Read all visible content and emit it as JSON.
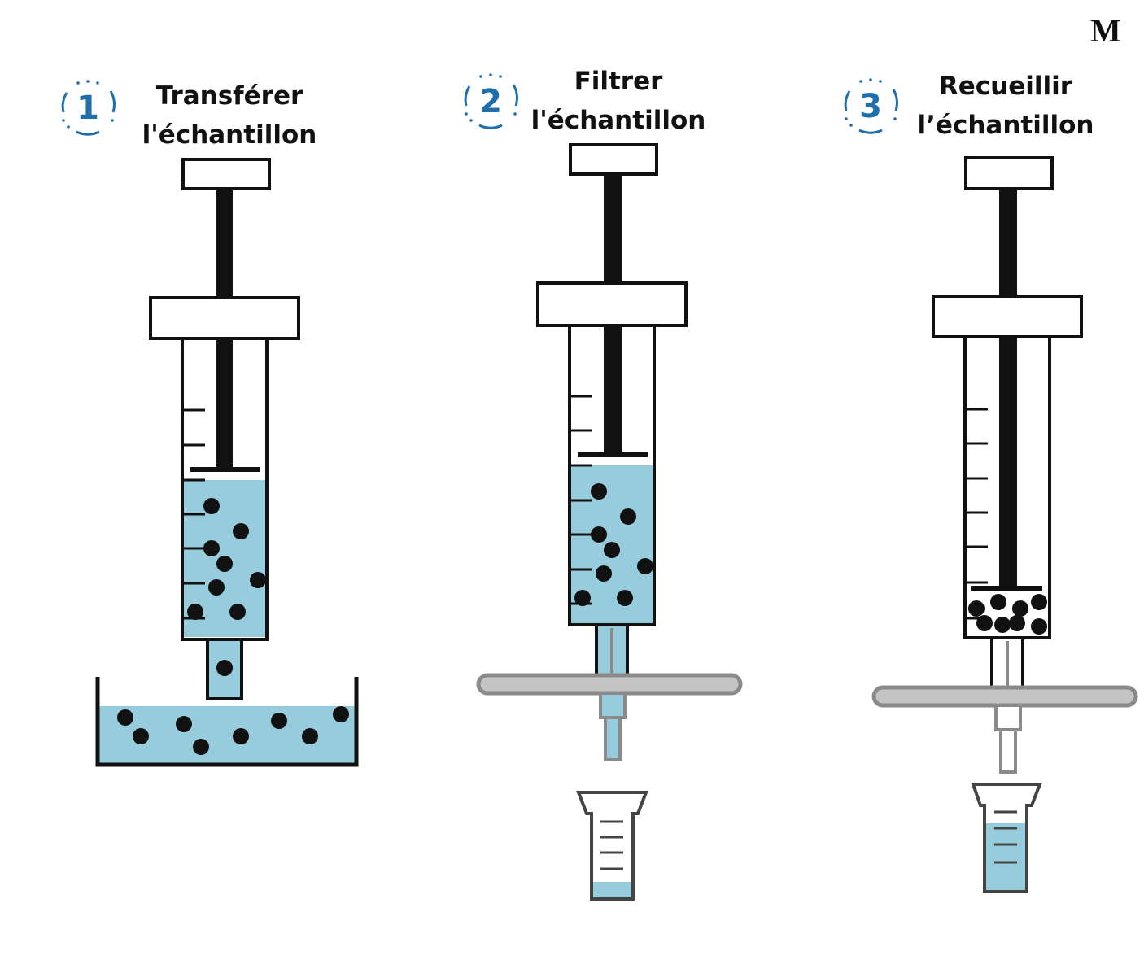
{
  "corner_label": "M",
  "steps": [
    {
      "number": "1",
      "line1": "Transférer",
      "line2": "l'échantillon"
    },
    {
      "number": "2",
      "line1": "Filtrer",
      "line2": "l'échantillon"
    },
    {
      "number": "3",
      "line1": "Recueillir",
      "line2": "l’échantillon"
    }
  ],
  "colors": {
    "liquid": "#96ccdc",
    "accent": "#1f6fae",
    "outline": "#111111",
    "filter_gray": "#8a8a8a",
    "filter_fill": "#c4c4c4"
  },
  "icons": [
    "syringe",
    "beaker",
    "syringe-filter",
    "graduated-tube",
    "particle"
  ]
}
